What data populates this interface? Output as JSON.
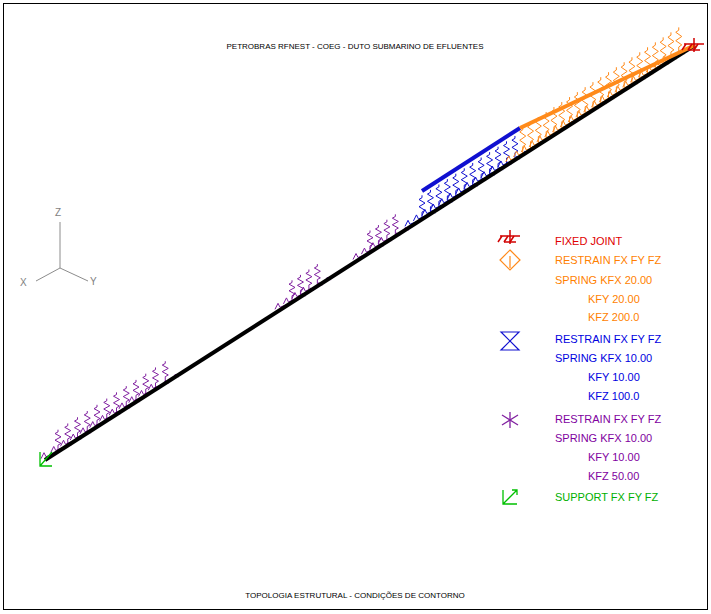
{
  "diagram": {
    "title": "PETROBRAS RFNEST - COEG - DUTO SUBMARINO DE EFLUENTES",
    "caption": "TOPOLOGIA ESTRUTURAL - CONDIÇÕES DE CONTORNO",
    "labels": [
      "Z",
      "X",
      "Y"
    ],
    "legend": [
      {
        "text": "FIXED JOINT"
      },
      {
        "text": "RESTRAIN FX FY FZ"
      },
      {
        "text": "SPRING KFX 20.00"
      },
      {
        "text": "KFY 20.00"
      },
      {
        "text": "KFZ 200.0"
      },
      {
        "text": "RESTRAIN FX FY FZ"
      },
      {
        "text": "SPRING KFX 10.00"
      },
      {
        "text": "KFY 10.00"
      },
      {
        "text": "KFZ 100.0"
      },
      {
        "text": "RESTRAIN FX FY FZ"
      },
      {
        "text": "SPRING KFX 10.00"
      },
      {
        "text": "KFY 10.00"
      },
      {
        "text": "KFZ 50.00"
      },
      {
        "text": "SUPPORT FX FY FZ"
      }
    ]
  }
}
